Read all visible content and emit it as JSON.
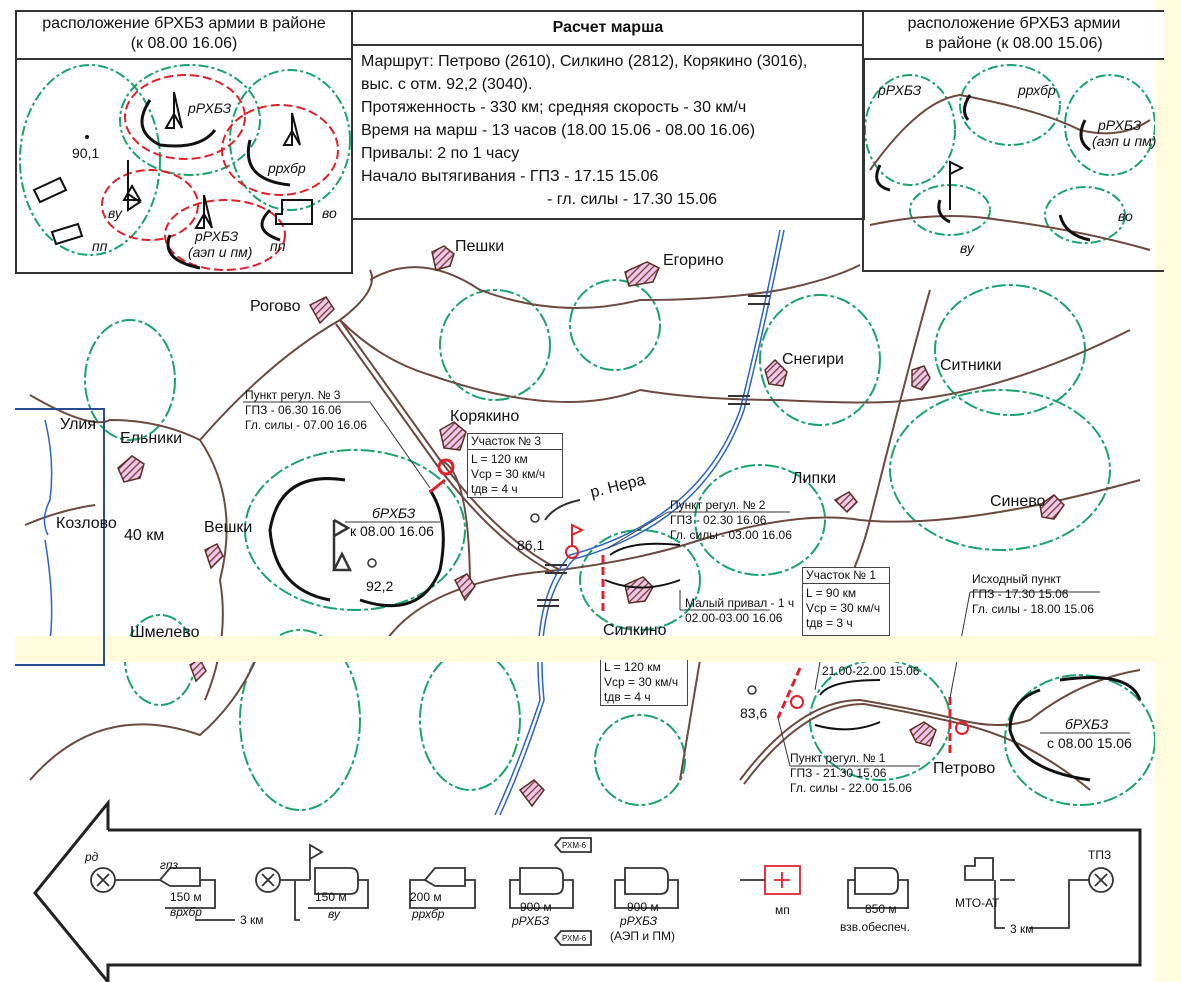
{
  "colors": {
    "road": "#6b4a40",
    "forest": "#1aa36a",
    "river": "#2a63c9",
    "red": "#e0202a",
    "settlement": "#7a4038",
    "band": "#fffbdc"
  },
  "inset_left": {
    "title": "расположение бРХБЗ армии в районе",
    "subtitle": "(к 08.00 16.06)",
    "labels": [
      "рРХБЗ",
      "ррхбр",
      "90,1",
      "ву",
      "во",
      "пп",
      "пп",
      "рРХБЗ",
      "(аэп и пм)"
    ]
  },
  "calc": {
    "title": "Расчет марша",
    "lines": [
      "Маршрут: Петрово (2610), Силкино (2812), Корякино (3016),",
      "выс. с отм. 92,2 (3040).",
      "Протяженность - 330 км; средняя скорость - 30 км/ч",
      "Время на марш - 13 часов (18.00 15.06 - 08.00 16.06)",
      "Привалы: 2 по 1 часу",
      "Начало вытягивания  - ГПЗ - 17.15 15.06",
      "- гл. силы - 17.30 15.06"
    ]
  },
  "inset_right": {
    "title": "расположение бРХБЗ армии",
    "subtitle": "в районе (к 08.00 15.06)",
    "labels": [
      "рРХБЗ",
      "ррхбр",
      "рРХБЗ",
      "(аэп и пм)",
      "ву",
      "во"
    ]
  },
  "places": {
    "peshki": "Пешки",
    "egorino": "Егорино",
    "rogovo": "Рогово",
    "snegiri": "Снегири",
    "sitniki": "Ситники",
    "koryakino": "Корякино",
    "elniki": "Ельники",
    "uliya": "Улия",
    "kozlovo": "Козлово",
    "distance": "40 км",
    "veshki": "Вешки",
    "shmelevo": "Шмелево",
    "lipki": "Липки",
    "sinevo": "Синево",
    "river": "р. Нера",
    "h861": "86,1",
    "h922": "92,2",
    "silkino": "Силкино",
    "h836": "83,6",
    "petrovo": "Петрово"
  },
  "notes": {
    "pr3": [
      "Пункт регул. № 3",
      "ГПЗ - 06.30 16.06",
      "Гл. силы - 07.00 16.06"
    ],
    "sect3": [
      "Участок № 3",
      "L = 120 км",
      "Vср = 30 км/ч",
      "tдв = 4 ч"
    ],
    "brhbz_end": [
      "бРХБЗ",
      "к 08.00 16.06"
    ],
    "pr2": [
      "Пункт регул. № 2",
      "ГПЗ - 02.30 16.06",
      "Гл. силы - 03.00 16.06"
    ],
    "halt_small": [
      "Малый привал - 1 ч",
      "02.00-03.00 16.06"
    ],
    "sect1": [
      "Участок № 1",
      "L = 90 км",
      "Vср = 30 км/ч",
      "tдв = 3 ч"
    ],
    "start": [
      "Исходный пункт",
      "ГПЗ - 17.30 15.06",
      "Гл. силы - 18.00 15.06"
    ],
    "sect2": [
      "L = 120 км",
      "Vср = 30 км/ч",
      "tдв = 4 ч"
    ],
    "halt_big": "21.00-22.00 15.06",
    "pr1": [
      "Пункт регул. № 1",
      "ГПЗ - 21.30 15.06",
      "Гл. силы - 22.00 15.06"
    ],
    "brhbz_start": [
      "бРХБЗ",
      "с 08.00 15.06"
    ]
  },
  "column": {
    "rd": "рд",
    "gpz": "гпз",
    "d150a": "150 м",
    "vrhbr": "врхбр",
    "d3a": "3 км",
    "d150b": "150 м",
    "vu": "ву",
    "d200": "200 м",
    "rrhbr": "ррхбр",
    "d900a": "900 м",
    "rrhbz_a": "рРХБЗ",
    "rhm_top": "РХМ-6",
    "rhm_bot": "РХМ-6",
    "d900b": "900 м",
    "rrhbz_b": "рРХБЗ",
    "aep": "(АЭП и ПМ)",
    "mp": "мп",
    "d850": "850 м",
    "vzv": "взв.обеспеч.",
    "mto": "МТО-АТ",
    "d3b": "3 км",
    "tpz": "ТПЗ"
  }
}
